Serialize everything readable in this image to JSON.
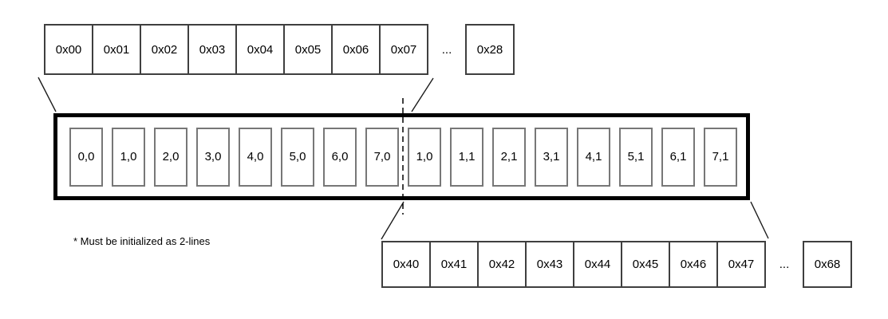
{
  "diagram": {
    "title_hint": "memory layout of a 2-line buffer",
    "top_memory_row": {
      "cells": [
        "0x00",
        "0x01",
        "0x02",
        "0x03",
        "0x04",
        "0x05",
        "0x06",
        "0x07"
      ],
      "ellipsis": "...",
      "tail_cell": "0x28"
    },
    "line_buffer": {
      "cells": [
        "0,0",
        "1,0",
        "2,0",
        "3,0",
        "4,0",
        "5,0",
        "6,0",
        "7,0",
        "1,0",
        "1,1",
        "2,1",
        "3,1",
        "4,1",
        "5,1",
        "6,1",
        "7,1"
      ],
      "divider_after_index": 8
    },
    "bottom_memory_row": {
      "cells": [
        "0x40",
        "0x41",
        "0x42",
        "0x43",
        "0x44",
        "0x45",
        "0x46",
        "0x47"
      ],
      "ellipsis": "...",
      "tail_cell": "0x68"
    },
    "footnote": "* Must be initialized as 2-lines",
    "colors": {
      "background": "#ffffff",
      "memory_cell_border": "#3f3f3f",
      "buffer_cell_border": "#777777",
      "buffer_box_border": "#000000",
      "connector_line": "#1c1c1c",
      "text": "#000000"
    }
  }
}
